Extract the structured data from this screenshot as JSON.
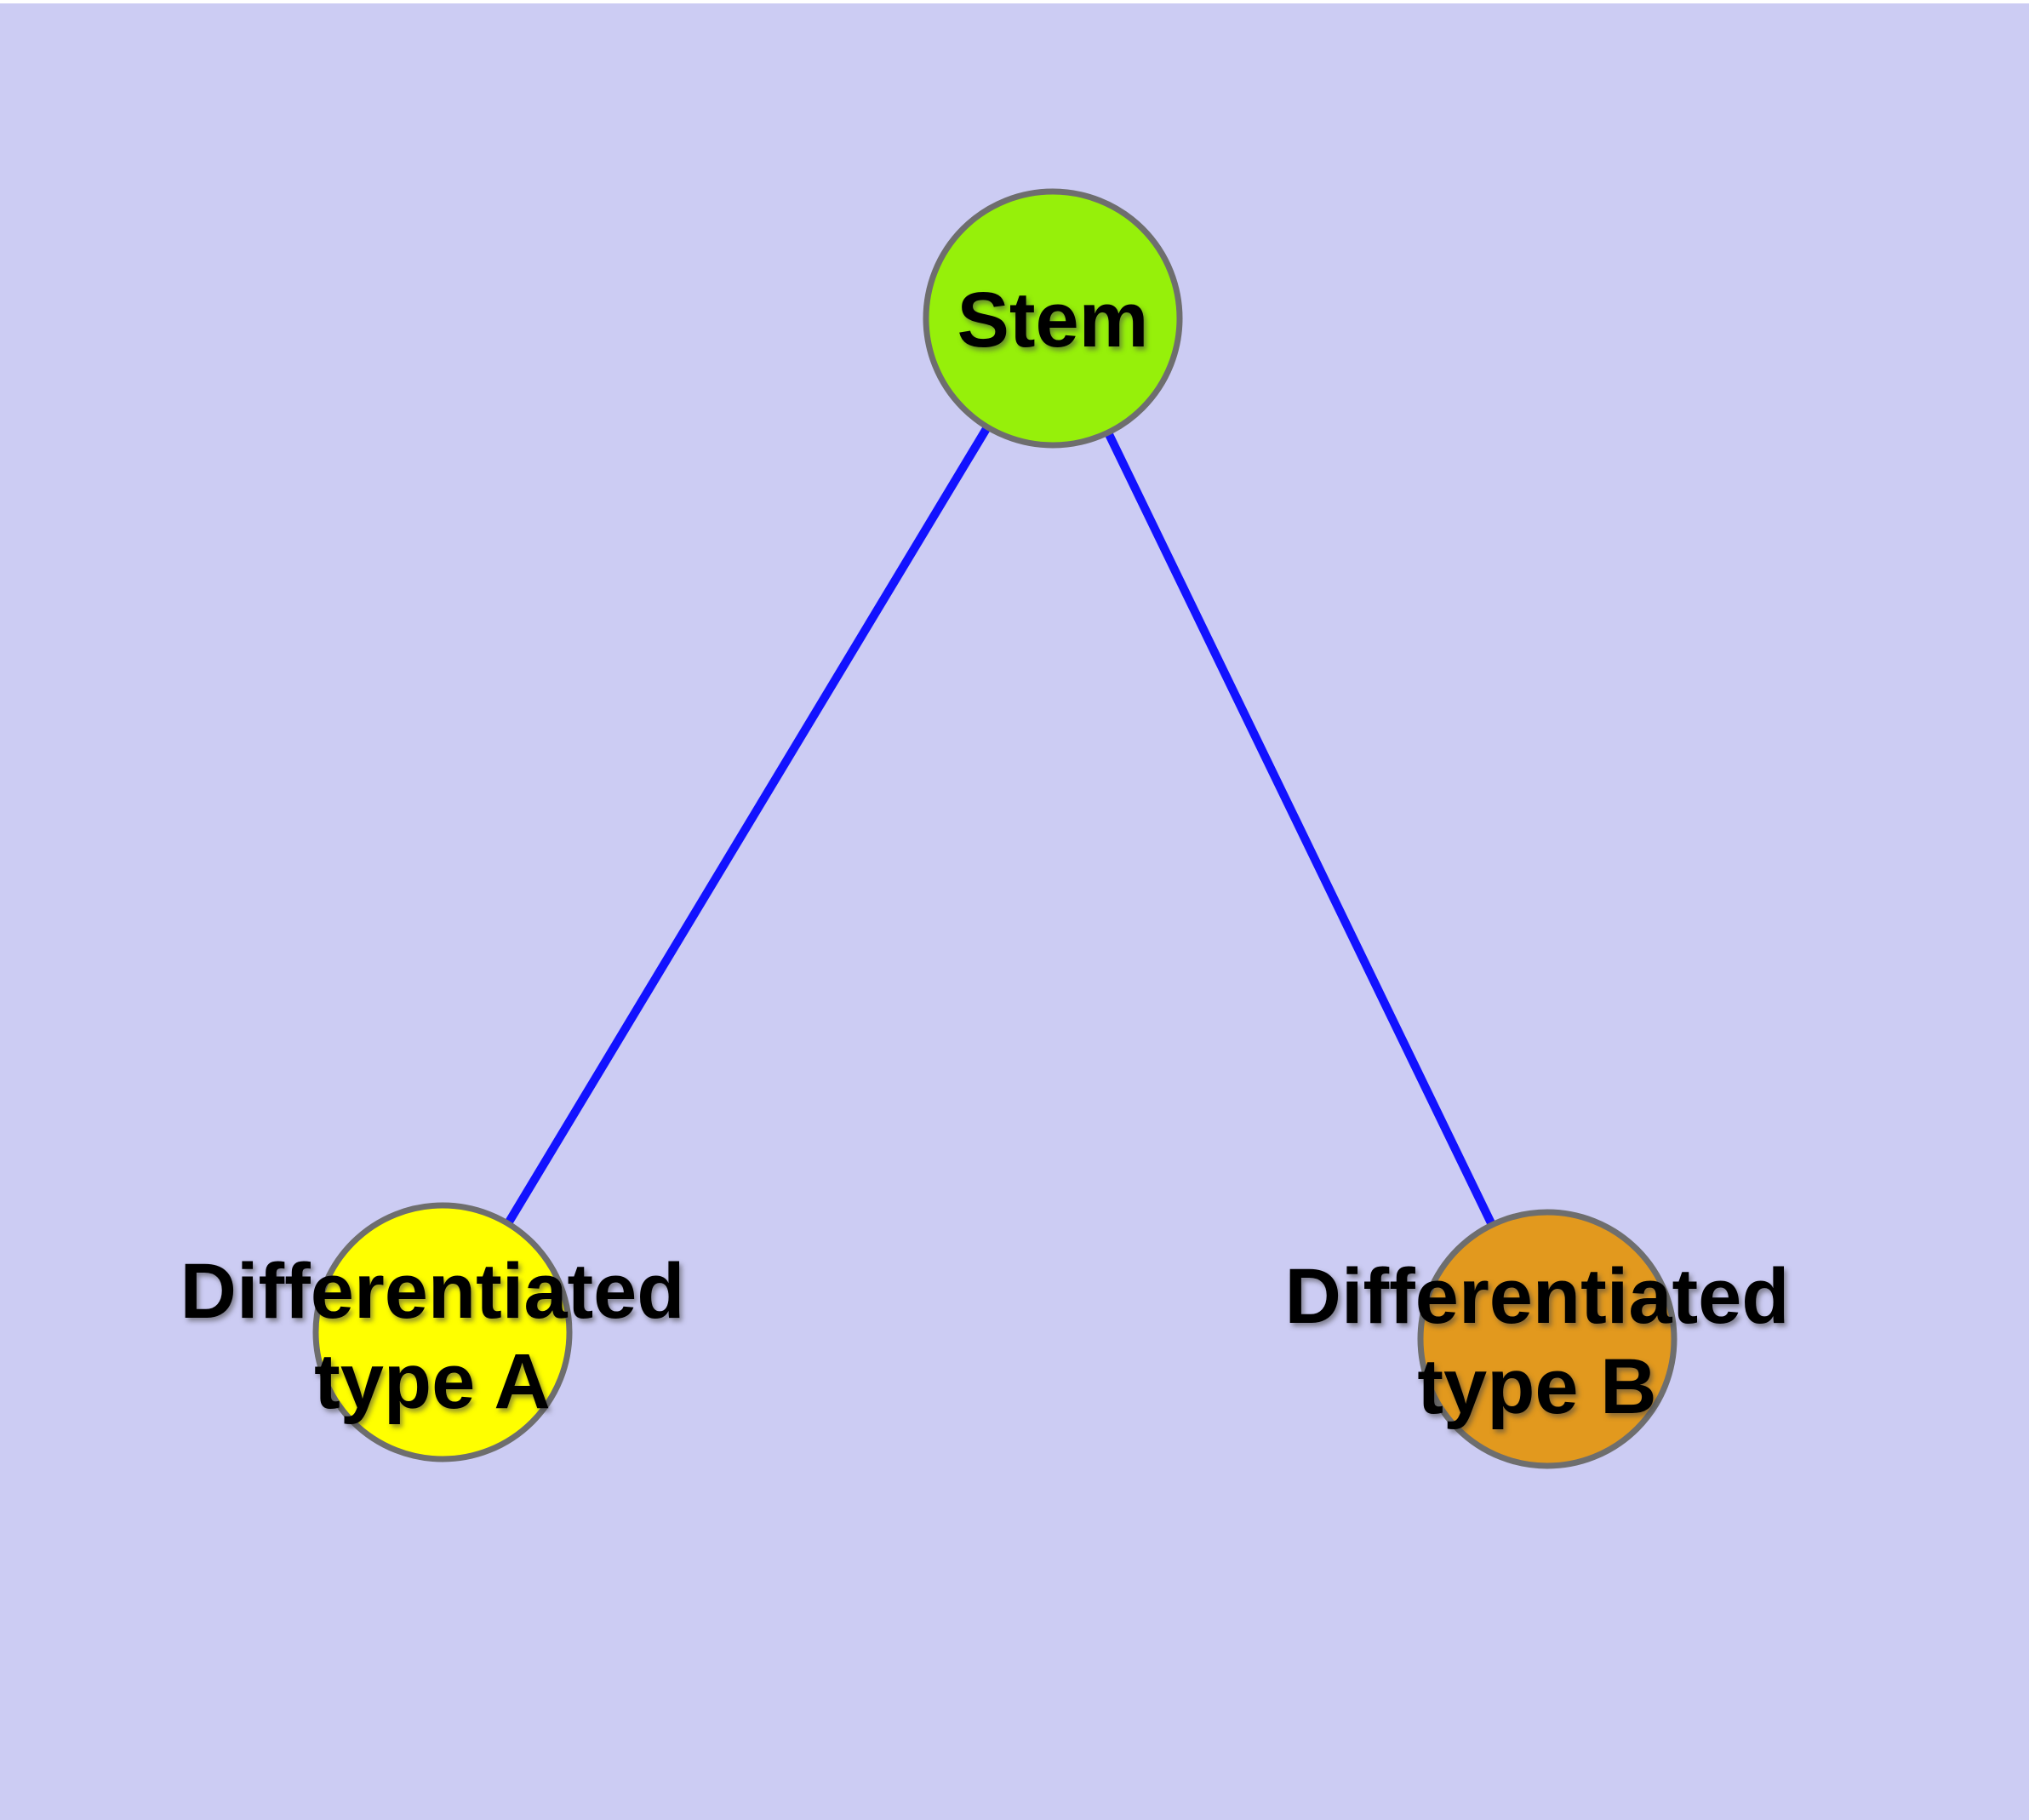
{
  "figure": {
    "background_color": "#CCCCF3",
    "top_margin_color": "#FFFFFF",
    "edge_color": "#1212FF",
    "node_border_color": "#6E6E6E",
    "text_color": "#000000",
    "nodes": [
      {
        "id": "stem",
        "label_lines": [
          "Stem"
        ],
        "color": "#96F00A"
      },
      {
        "id": "differentiated-type-a",
        "label_lines": [
          "Differentiated",
          "type A"
        ],
        "color": "#FFFF00"
      },
      {
        "id": "differentiated-type-b",
        "label_lines": [
          "Differentiated",
          "type B"
        ],
        "color": "#E2991E"
      }
    ],
    "edges": [
      {
        "from": "Stem",
        "to": "Differentiated type A"
      },
      {
        "from": "Stem",
        "to": "Differentiated type B"
      }
    ]
  }
}
